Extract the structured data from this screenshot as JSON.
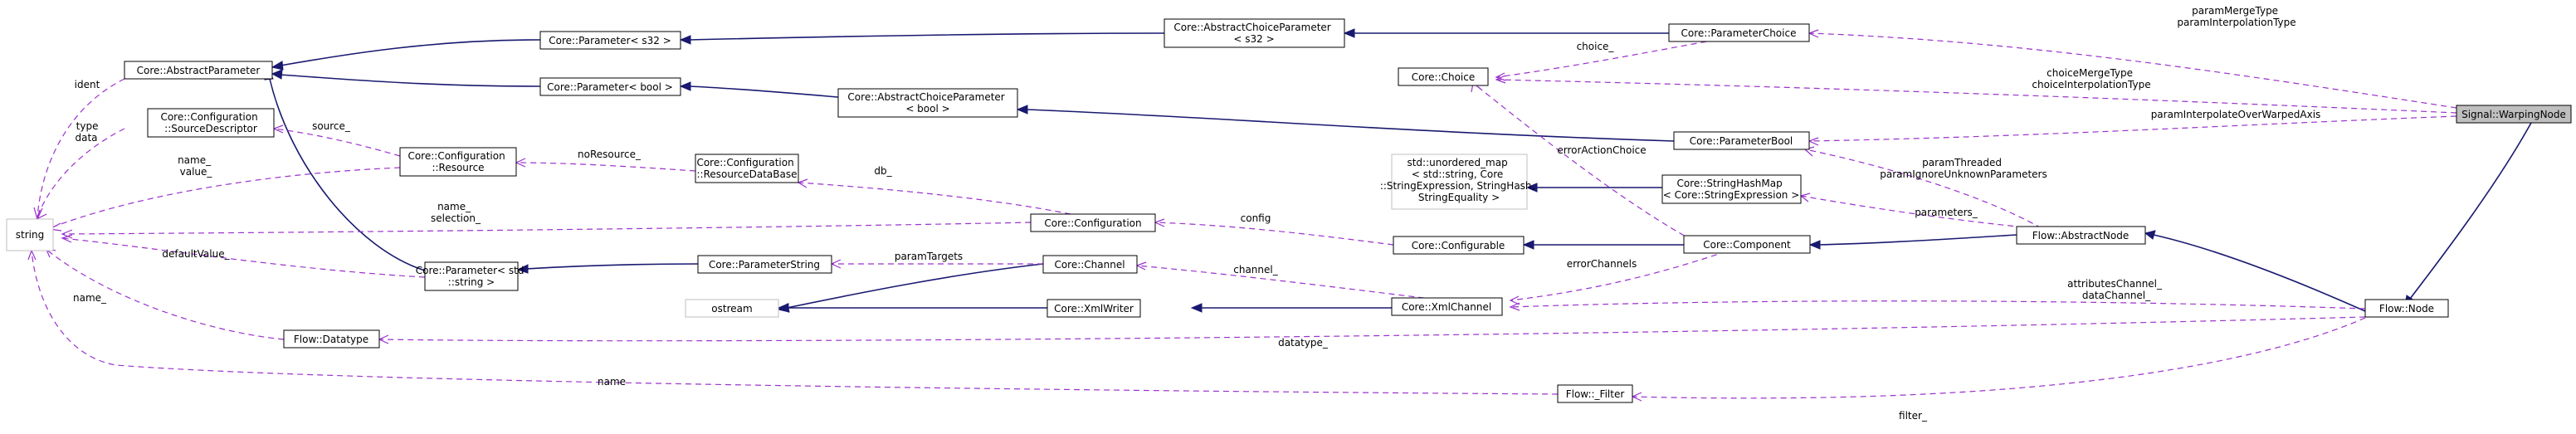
{
  "nodes": {
    "string": [
      "string"
    ],
    "abstractParameter": [
      "Core::AbstractParameter"
    ],
    "sourceDescriptor": [
      "Core::Configuration",
      "::SourceDescriptor"
    ],
    "paramS32": [
      "Core::Parameter< s32 >"
    ],
    "paramBool": [
      "Core::Parameter< bool >"
    ],
    "resource": [
      "Core::Configuration",
      "::Resource"
    ],
    "paramStdString": [
      "Core::Parameter< std",
      "::string >"
    ],
    "datatype": [
      "Flow::Datatype"
    ],
    "abstractChoiceS32": [
      "Core::AbstractChoiceParameter",
      "< s32 >"
    ],
    "abstractChoiceBool": [
      "Core::AbstractChoiceParameter",
      "< bool >"
    ],
    "resourceDataBase": [
      "Core::Configuration",
      "::ResourceDataBase"
    ],
    "configuration": [
      "Core::Configuration"
    ],
    "parameterString": [
      "Core::ParameterString"
    ],
    "channel": [
      "Core::Channel"
    ],
    "ostream": [
      "ostream"
    ],
    "xmlWriter": [
      "Core::XmlWriter"
    ],
    "choice": [
      "Core::Choice"
    ],
    "unorderedMap": [
      "std::unordered_map",
      "< std::string, Core",
      "::StringExpression, StringHash,",
      "StringEquality >"
    ],
    "configurable": [
      "Core::Configurable"
    ],
    "xmlChannel": [
      "Core::XmlChannel"
    ],
    "parameterChoice": [
      "Core::ParameterChoice"
    ],
    "parameterBool": [
      "Core::ParameterBool"
    ],
    "stringHashMap": [
      "Core::StringHashMap",
      "< Core::StringExpression >"
    ],
    "component": [
      "Core::Component"
    ],
    "filter": [
      "Flow::_Filter"
    ],
    "abstractNode": [
      "Flow::AbstractNode"
    ],
    "flowNode": [
      "Flow::Node"
    ],
    "warpingNode": [
      "Signal::WarpingNode"
    ]
  },
  "edge_labels": {
    "ident": [
      "ident"
    ],
    "type_data": [
      "type",
      "data"
    ],
    "name_value": [
      "name_",
      "value_"
    ],
    "source": [
      "source_"
    ],
    "name_selection": [
      "name_",
      "selection_"
    ],
    "defaultValue": [
      "defaultValue_"
    ],
    "name_dt": [
      "name_"
    ],
    "name_filter": [
      "name"
    ],
    "noResource": [
      "noResource_"
    ],
    "db": [
      "db_"
    ],
    "config": [
      "config"
    ],
    "paramTargets": [
      "paramTargets"
    ],
    "channel": [
      "channel_"
    ],
    "choice": [
      "choice_"
    ],
    "errorActionChoice": [
      "errorActionChoice"
    ],
    "errorChannels": [
      "errorChannels"
    ],
    "paramMerge": [
      "paramMergeType",
      "paramInterpolationType"
    ],
    "choiceMerge": [
      "choiceMergeType",
      "choiceInterpolationType"
    ],
    "paramWarped": [
      "paramInterpolateOverWarpedAxis"
    ],
    "paramThreaded": [
      "paramThreaded",
      "paramIgnoreUnknownParameters"
    ],
    "parameters": [
      "parameters_"
    ],
    "attributesChannel": [
      "attributesChannel_",
      "dataChannel_"
    ],
    "datatype": [
      "datatype_"
    ],
    "filter": [
      "filter_"
    ]
  }
}
